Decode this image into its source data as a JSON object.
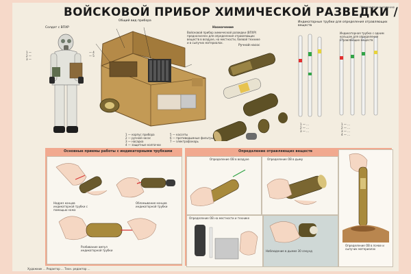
{
  "title": "ВОЙСКОВОЙ ПРИБОР ХИМИЧЕСКОЙ РАЗВЕДКИ /ВПХР/",
  "stamp": "Утверждено к изданию",
  "top": {
    "soldier_caption": "Солдат с ВПХР",
    "general_view_caption": "Общий вид прибора",
    "purpose_heading": "Назначение",
    "purpose_text": "Войсковой прибор химической разведки (ВПХР) предназначен для определения отравляющих веществ в воздухе, на местности, боевой технике и в сыпучих материалах.",
    "hand_pump_caption": "Ручной насос",
    "tubes_caption": "Индикаторные трубки для определения отравляющих веществ",
    "tubes_caption_right": "Индикаторная трубка с одним кольцом для определения отравляющих веществ"
  },
  "bottom": {
    "left_heading": "Основные приемы работы с индикаторными трубками",
    "right_heading": "Определение отравляющих веществ",
    "caption_1": "Надрез концов индикаторной трубки с помощью ножа",
    "caption_2": "Обламывание концов индикаторной трубки",
    "caption_3": "Разбивание ампул индикаторной трубки",
    "caption_4": "Определение ОВ в воздухе",
    "caption_5": "Определение ОВ в дыму",
    "caption_6": "Определение ОВ на местности и технике",
    "caption_7": "Наблюдение в дымке 30 секунд",
    "caption_8": "Определение ОВ в почве и сыпучих материалах"
  },
  "footer": "Художник ... Редактор ... Техн. редактор ..."
}
